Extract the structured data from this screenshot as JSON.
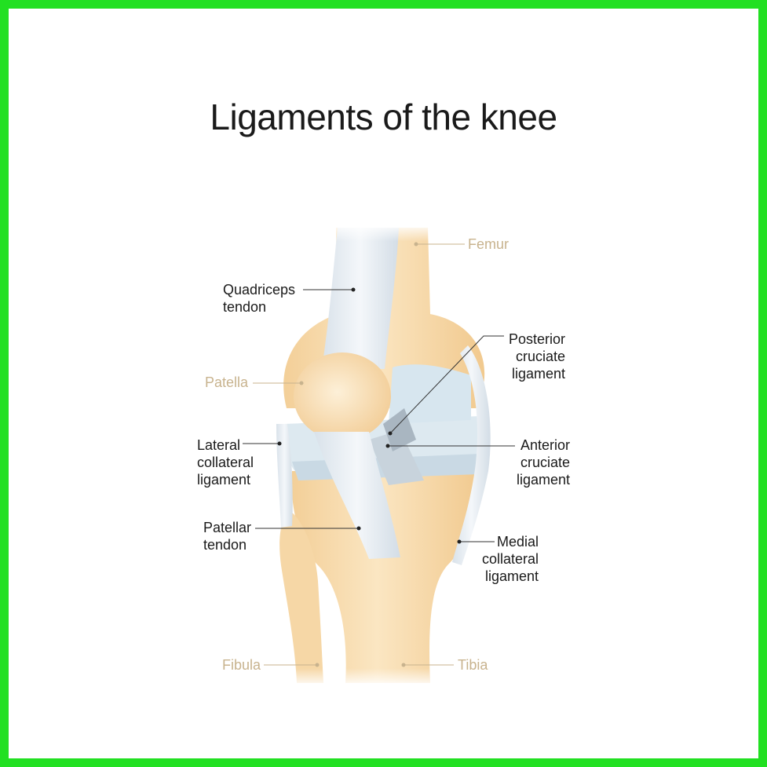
{
  "title": "Ligaments of the knee",
  "labels": {
    "femur": "Femur",
    "quadriceps_tendon": "Quadriceps\ntendon",
    "posterior_cruciate_ligament": "Posterior\ncruciate\nligament",
    "patella": "Patella",
    "lateral_collateral_ligament": "Lateral\ncollateral\nligament",
    "anterior_cruciate_ligament": "Anterior\ncruciate\nligament",
    "patellar_tendon": "Patellar\ntendon",
    "medial_collateral_ligament": "Medial\ncollateral\nligament",
    "fibula": "Fibula",
    "tibia": "Tibia"
  },
  "colors": {
    "border": "#22e022",
    "bone": "#f7ddb0",
    "ligament": "#e8eef3",
    "cartilage": "#d6e5ee",
    "bone_label": "#c8b38e",
    "ligament_label": "#1a1a1a"
  }
}
